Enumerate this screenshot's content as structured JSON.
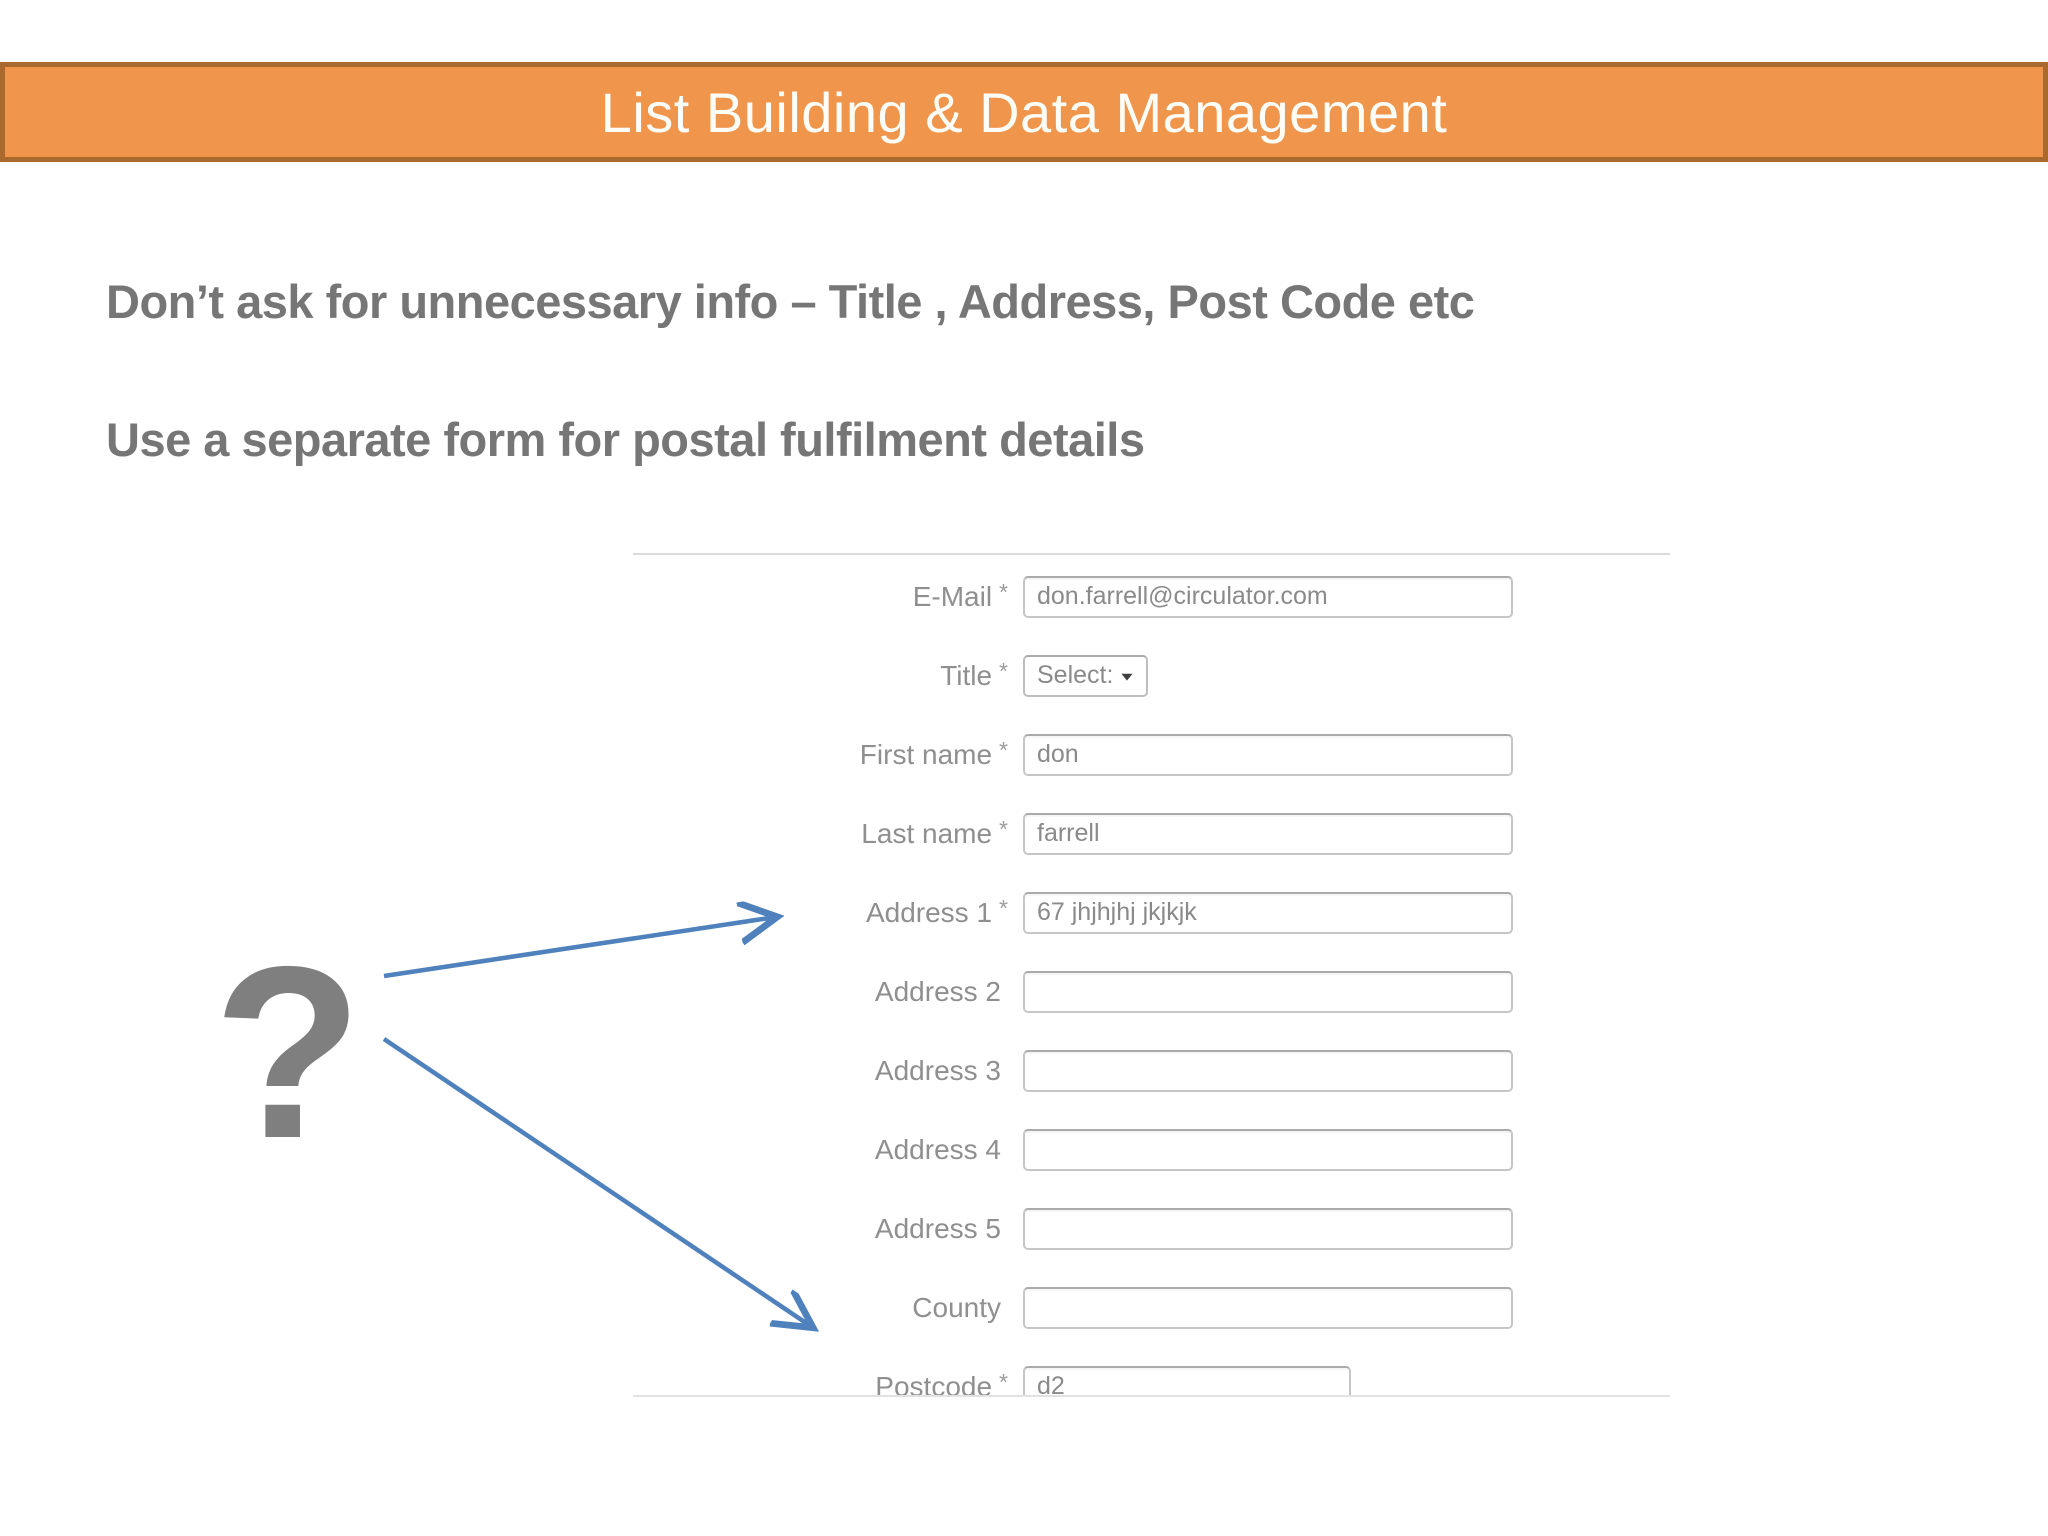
{
  "slide": {
    "header": {
      "title": "List Building & Data Management"
    },
    "bullets": [
      "Don’t ask for unnecessary info – Title , Address, Post Code etc",
      "Use a separate form for postal fulfilment details"
    ],
    "question_mark": "?"
  },
  "colors": {
    "header_bg": "#F0954C",
    "header_border": "#AA6A2E",
    "bullet_text": "#767676",
    "question_mark": "#7F7F7F",
    "arrow": "#4F81BD",
    "field_label": "#8F8F8F",
    "input_text": "#8A8A8A",
    "input_border": "#C6C6C6"
  },
  "form": {
    "select_arrow_icon": "▼",
    "fields": [
      {
        "label": "E-Mail",
        "required": "*",
        "type": "text",
        "value": "don.farrell@circulator.com"
      },
      {
        "label": "Title",
        "required": "*",
        "type": "select",
        "value": "Select:"
      },
      {
        "label": "First name",
        "required": "*",
        "type": "text",
        "value": "don"
      },
      {
        "label": "Last name",
        "required": "*",
        "type": "text",
        "value": "farrell"
      },
      {
        "label": "Address 1",
        "required": "*",
        "type": "text",
        "value": "67 jhjhjhj jkjkjk"
      },
      {
        "label": "Address 2",
        "required": "",
        "type": "text",
        "value": ""
      },
      {
        "label": "Address 3",
        "required": "",
        "type": "text",
        "value": ""
      },
      {
        "label": "Address 4",
        "required": "",
        "type": "text",
        "value": ""
      },
      {
        "label": "Address 5",
        "required": "",
        "type": "text",
        "value": ""
      },
      {
        "label": "County",
        "required": "",
        "type": "text",
        "value": ""
      },
      {
        "label": "Postcode",
        "required": "*",
        "type": "text",
        "value": "d2",
        "narrow": true
      }
    ]
  }
}
